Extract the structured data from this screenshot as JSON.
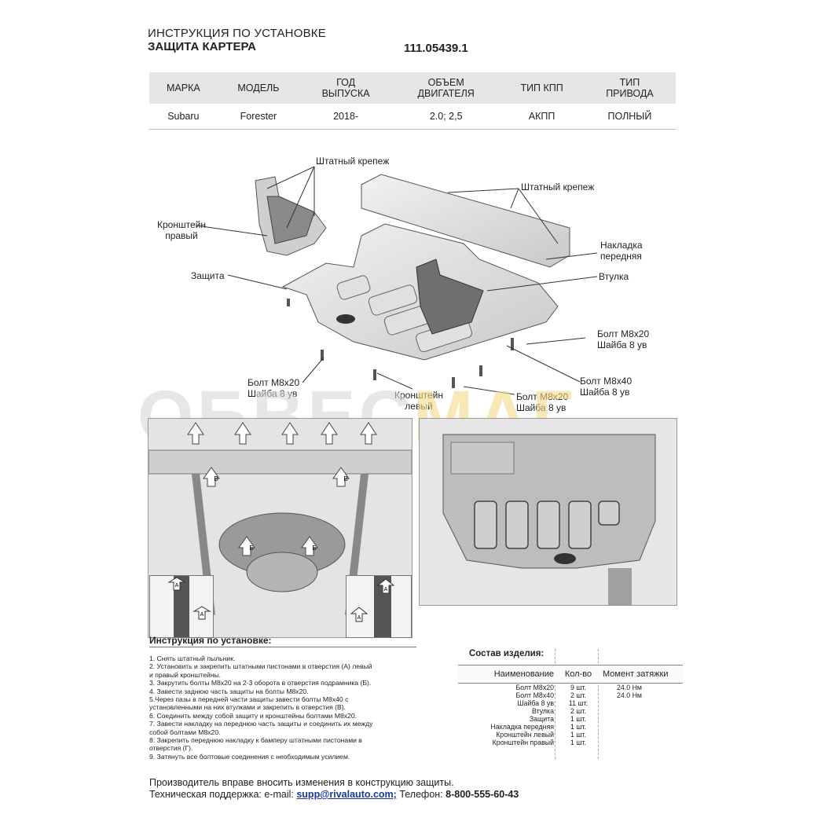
{
  "header": {
    "line1": "ИНСТРУКЦИЯ ПО УСТАНОВКЕ",
    "line2": "ЗАЩИТА КАРТЕРА",
    "code": "111.05439.1"
  },
  "spec_table": {
    "columns": [
      [
        "МАРКА"
      ],
      [
        "МОДЕЛЬ"
      ],
      [
        "ГОД",
        "ВЫПУСКА"
      ],
      [
        "ОБЪЕМ",
        "ДВИГАТЕЛЯ"
      ],
      [
        "ТИП КПП"
      ],
      [
        "ТИП",
        "ПРИВОДА"
      ]
    ],
    "row": [
      "Subaru",
      "Forester",
      "2018-",
      "2.0; 2,5",
      "АКПП",
      "ПОЛНЫЙ"
    ]
  },
  "diagram_labels": {
    "std_fastener_1": "Штатный крепеж",
    "std_fastener_2": "Штатный крепеж",
    "bracket_right": [
      "Кронштейн",
      "правый"
    ],
    "guard": "Защита",
    "front_plate": [
      "Накладка",
      "передняя"
    ],
    "bushing": "Втулка",
    "bolt_right_1": [
      "Болт М8х20",
      "Шайба 8 ув"
    ],
    "bolt_left": [
      "Болт М8х20",
      "Шайба 8 ув"
    ],
    "bracket_left": [
      "Кронштейн",
      "левый"
    ],
    "bolt_center": [
      "Болт М8х20",
      "Шайба 8 ув"
    ],
    "bolt_m8x40": [
      "Болт М8х40",
      "Шайба 8 ув"
    ]
  },
  "photo_markers": {
    "a": "А",
    "b": "Б",
    "v": "В"
  },
  "watermark": {
    "part1": "ОБВЕС",
    "part2": "МАГ"
  },
  "instructions": {
    "title": "Инструкция по установке:",
    "steps": [
      "1. Снять штатный пыльник.",
      "2. Установить и закрепить штатными пистонами в отверстия (А) левый",
      "и правый кронштейны.",
      "3. Закрутить болты М8х20 на 2-3 оборота в отверстия подрамника (Б).",
      "4. Завести заднюю часть защиты на болты М8х20.",
      "5.Через пазы в передней части защиты завести болты М8х40 с",
      "установленными на них втулками и закрепить в отверстия (В).",
      "6. Соединить между собой защиту и кронштейны болтами М8х20.",
      "7. Завести накладку на переднюю часть защиты и соединить их между",
      "собой болтами М8х20.",
      "8. Закрепить переднюю накладку к бамперу штатными пистонами в",
      "отверстия (Г).",
      "9. Затянуть все болтовые соединения с необходимым усилием."
    ]
  },
  "composition": {
    "title": "Состав изделия:",
    "headers": [
      "Наименование",
      "Кол-во",
      "Момент затяжки"
    ],
    "rows": [
      [
        "Болт М8х20",
        "9 шт.",
        "24.0 Нм"
      ],
      [
        "Болт М8х40",
        "2 шт.",
        "24.0 Нм"
      ],
      [
        "Шайба 8 ув",
        "11 шт.",
        ""
      ],
      [
        "Втулка",
        "2 шт.",
        ""
      ],
      [
        "Защита",
        "1 шт.",
        ""
      ],
      [
        "Накладка передняя",
        "1 шт.",
        ""
      ],
      [
        "Кронштейн левый",
        "1 шт.",
        ""
      ],
      [
        "Кронштейн правый",
        "1 шт.",
        ""
      ]
    ]
  },
  "footer": {
    "notice": "Производитель вправе вносить изменения в конструкцию защиты.",
    "support_label": "Техническая поддержка:  e-mail:",
    "email": "supp@rivalauto.com;",
    "phone_label": "Телефон:",
    "phone": "8-800-555-60-43"
  }
}
